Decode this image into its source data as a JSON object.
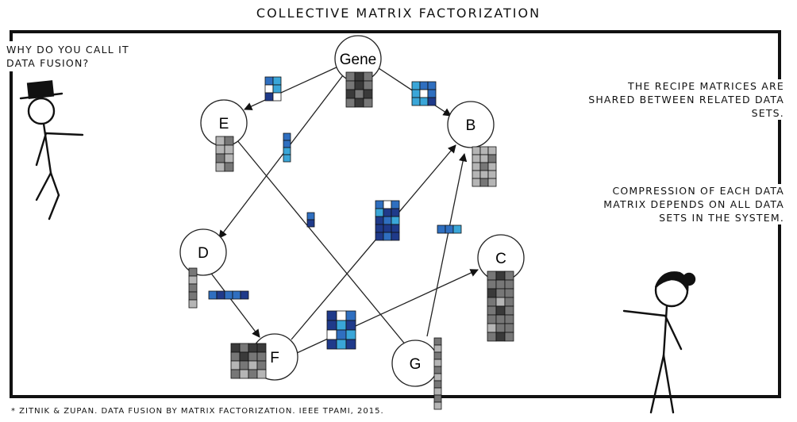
{
  "title": "Collective Matrix Factorization",
  "question": "Why do you call it data fusion?",
  "notes": [
    "The recipe matrices are shared between related data sets.",
    "Compression of each data matrix depends on all data sets in the system."
  ],
  "citation": "* Zitnik & Zupan. Data fusion by matrix factorization. IEEE TPAMI, 2015.",
  "nodes": {
    "gene": "Gene",
    "e": "E",
    "b": "B",
    "d": "D",
    "c": "C",
    "f": "F",
    "g": "G"
  },
  "colors": {
    "dark_blue": "#1f3a8a",
    "mid_blue": "#2f6fc0",
    "light_blue": "#3aa6d8",
    "dark_gray": "#3a3a3a",
    "mid_gray": "#777777",
    "light_gray": "#b5b5b5"
  }
}
